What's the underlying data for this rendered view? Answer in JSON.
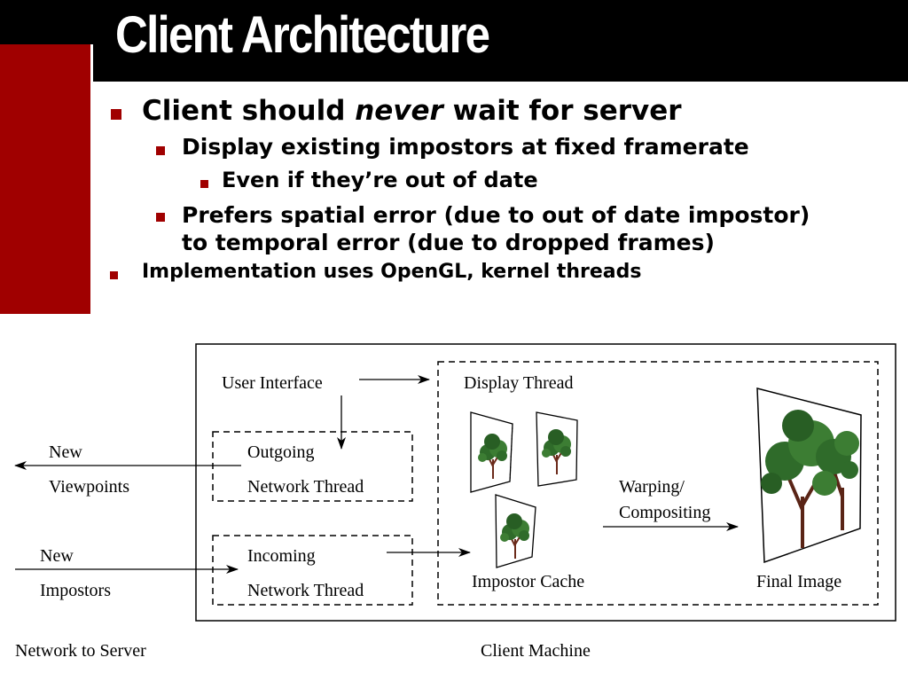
{
  "slide": {
    "title": "Client Architecture",
    "bullets": {
      "b1_pre": "Client should ",
      "b1_em": "never",
      "b1_post": " wait for server",
      "b2": "Display existing impostors at fixed framerate",
      "b3": "Even if they’re out of date",
      "b4_line1": "Prefers spatial error (due to out of date impostor)",
      "b4_line2": "to temporal error (due to dropped frames)",
      "b5": "Implementation uses OpenGL, kernel threads"
    }
  },
  "diagram": {
    "user_interface": "User Interface",
    "display_thread": "Display Thread",
    "outgoing": "Outgoing",
    "outgoing_thread": "Network Thread",
    "incoming": "Incoming",
    "incoming_thread": "Network Thread",
    "new_viewpoints_1": "New",
    "new_viewpoints_2": "Viewpoints",
    "new_impostors_1": "New",
    "new_impostors_2": "Impostors",
    "warping_1": "Warping/",
    "warping_2": "Compositing",
    "impostor_cache": "Impostor Cache",
    "final_image": "Final Image",
    "network_to_server": "Network to Server",
    "client_machine": "Client Machine"
  },
  "colors": {
    "accent_red": "#a00000",
    "title_bar": "#000000",
    "foliage": "#2f6b2a"
  }
}
